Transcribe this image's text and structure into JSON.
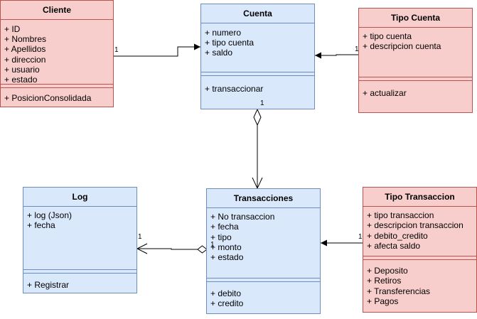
{
  "classes": {
    "cliente": {
      "name": "Cliente",
      "attributes": [
        "+ ID",
        "+ Nombres",
        "+ Apellidos",
        "+ direccion",
        "+ usuario",
        "+ estado"
      ],
      "methods": [
        "+ PosicionConsolidada"
      ]
    },
    "cuenta": {
      "name": "Cuenta",
      "attributes": [
        "+ numero",
        "+ tipo cuenta",
        "+ saldo"
      ],
      "methods": [
        "+ transaccionar"
      ]
    },
    "tipo_cuenta": {
      "name": "Tipo Cuenta",
      "attributes": [
        "+ tipo cuenta",
        "+ descripcion cuenta"
      ],
      "methods": [
        "+ actualizar"
      ]
    },
    "log": {
      "name": "Log",
      "attributes": [
        "+ log (Json)",
        "+ fecha"
      ],
      "methods": [
        "+ Registrar"
      ]
    },
    "transacciones": {
      "name": "Transacciones",
      "attributes": [
        "+ No transaccion",
        "+ fecha",
        "+ tipo",
        "+ monto",
        "+ estado"
      ],
      "methods": [
        "+ debito",
        "+ credito"
      ]
    },
    "tipo_transaccion": {
      "name": "Tipo Transaccion",
      "attributes": [
        "+ tipo transaccion",
        "+ descripcion transaccion",
        "+ debito_credito",
        "+ afecta saldo"
      ],
      "methods": [
        "+ Deposito",
        "+ Retiros",
        "+ Transferencias",
        "+ Pagos"
      ]
    }
  },
  "multiplicities": {
    "cliente_cuenta": "1",
    "tipocuenta_cuenta": "1",
    "cuenta_transacciones": "1",
    "transacciones_log_log_end": "1",
    "transacciones_log_trans_end": "1",
    "tipotrans_transacciones": "1"
  },
  "colors": {
    "blue_fill": "#dae8fc",
    "blue_stroke": "#6c8ebf",
    "red_fill": "#f8cecc",
    "red_stroke": "#b85450"
  }
}
